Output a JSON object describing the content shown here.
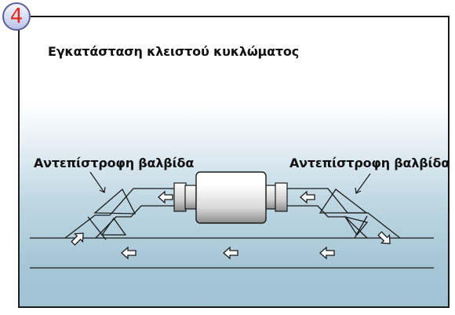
{
  "badge": {
    "number": "4"
  },
  "title": "Εγκατάσταση κλειστού κυκλώματος",
  "labels": {
    "left": "Αντεπίστροφη βαλβίδα",
    "right": "Αντεπίστροφη βαλβίδα"
  },
  "colors": {
    "badge_digit": "#e0281c",
    "badge_ring": "#5a5f9c",
    "water_bottom": "#9fc2d3",
    "line": "#1a1a1a"
  },
  "icons": [
    "flow-arrow-icon",
    "pointer-arrow-icon"
  ]
}
